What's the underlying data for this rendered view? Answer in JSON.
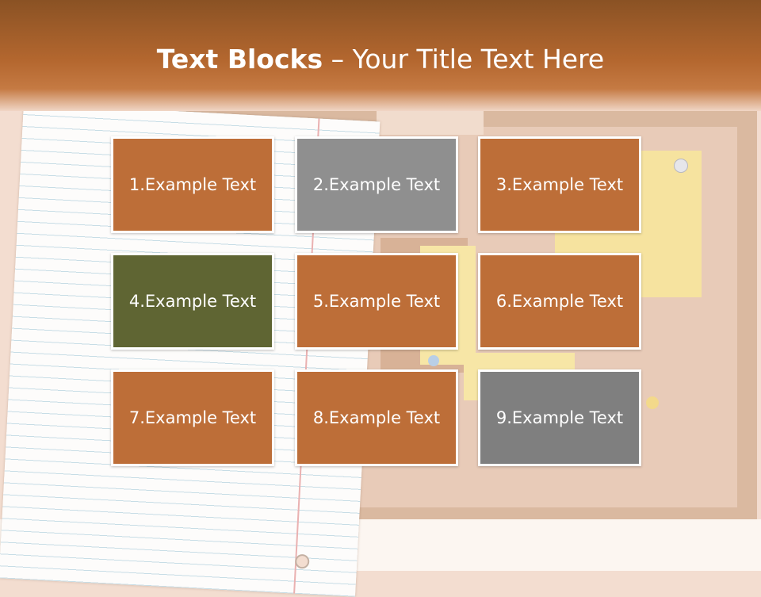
{
  "slide": {
    "title_bold": "Text Blocks",
    "title_rest": " – Your Title Text Here"
  },
  "blocks": [
    {
      "label": "1.Example Text",
      "color": "#bd6e38"
    },
    {
      "label": "2.Example Text",
      "color": "#8f8f8f"
    },
    {
      "label": "3.Example Text",
      "color": "#bd6e38"
    },
    {
      "label": "4.Example Text",
      "color": "#5f6533"
    },
    {
      "label": "5.Example Text",
      "color": "#bd6e38"
    },
    {
      "label": "6.Example Text",
      "color": "#bd6e38"
    },
    {
      "label": "7.Example Text",
      "color": "#bd6e38"
    },
    {
      "label": "8.Example Text",
      "color": "#bd6e38"
    },
    {
      "label": "9.Example Text",
      "color": "#7f7f7f"
    }
  ]
}
